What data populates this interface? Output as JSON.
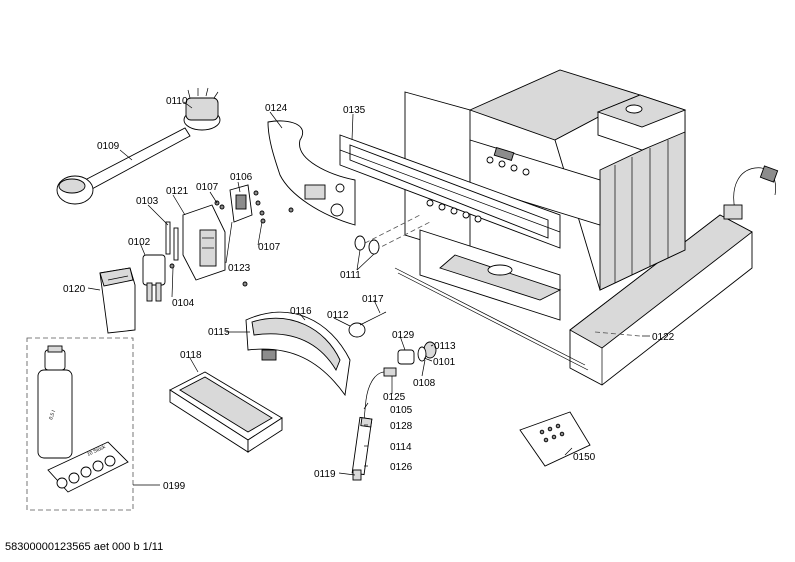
{
  "document_code": "58300000123565 aet 000 b 1/11",
  "labels": {
    "p0110": "0110",
    "p0124": "0124",
    "p0135": "0135",
    "p0109": "0109",
    "p0106": "0106",
    "p0121": "0121",
    "p0107a": "0107",
    "p0103": "0103",
    "p0102": "0102",
    "p0107b": "0107",
    "p0123": "0123",
    "p0111": "0111",
    "p0120": "0120",
    "p0104": "0104",
    "p0117": "0117",
    "p0116": "0116",
    "p0112": "0112",
    "p0115": "0115",
    "p0129": "0129",
    "p0113": "0113",
    "p0101": "0101",
    "p0122": "0122",
    "p0118": "0118",
    "p0108": "0108",
    "p0125": "0125",
    "p0105": "0105",
    "p0128": "0128",
    "p0114": "0114",
    "p0119": "0119",
    "p0126": "0126",
    "p0150": "0150",
    "p0199": "0199"
  },
  "printed_marks": {
    "bottle_text": "0,5 l",
    "pack_text": "10 Stück"
  }
}
